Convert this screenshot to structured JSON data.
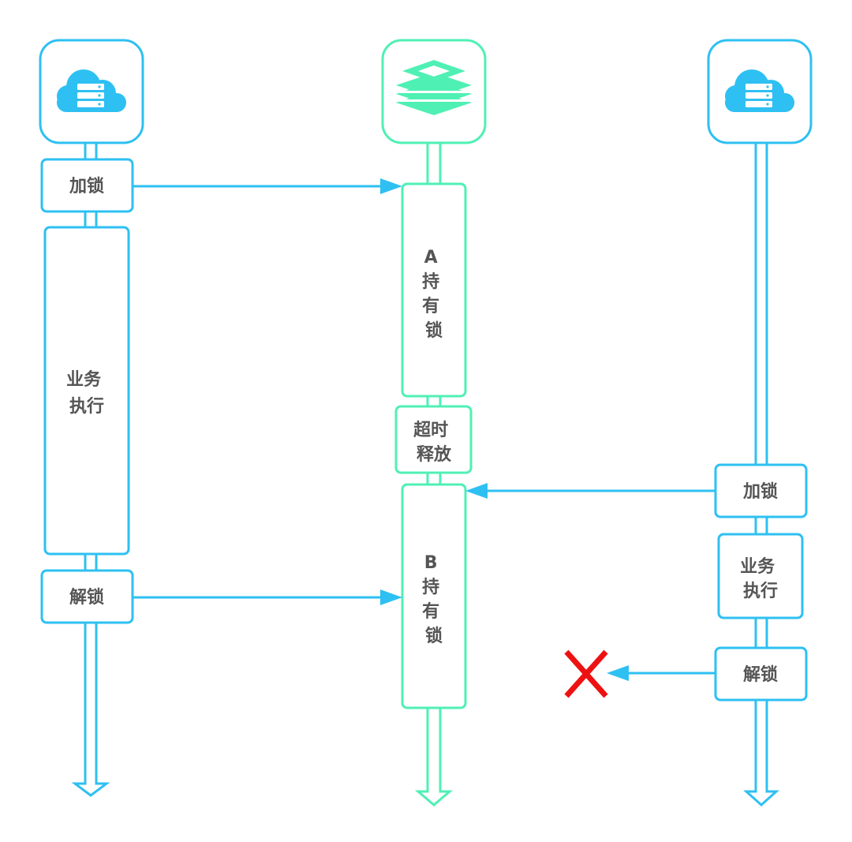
{
  "colors": {
    "client": "#2EC0F2",
    "redis": "#4FF0B4",
    "cross": "#EE1111",
    "text": "#555555"
  },
  "participants": [
    {
      "name": "client-a",
      "icon": "cloud-server-icon"
    },
    {
      "name": "redis",
      "icon": "redis-stack-icon"
    },
    {
      "name": "client-b",
      "icon": "cloud-server-icon"
    }
  ],
  "labels": {
    "a_lock": [
      "加锁"
    ],
    "a_business": [
      "业务",
      "执行"
    ],
    "a_unlock": [
      "解锁"
    ],
    "redis_a_holds": [
      "A",
      "持",
      "有",
      "锁"
    ],
    "redis_timeout": [
      "超时",
      "释放"
    ],
    "redis_b_holds": [
      "B",
      "持",
      "有",
      "锁"
    ],
    "b_lock": [
      "加锁"
    ],
    "b_business": [
      "业务",
      "执行"
    ],
    "b_unlock": [
      "解锁"
    ]
  },
  "messages": [
    {
      "name": "a-lock-arrow",
      "from": "a_lock",
      "to": "redis_a_holds"
    },
    {
      "name": "a-unlock-arrow",
      "from": "a_unlock",
      "to": "redis_b_holds"
    },
    {
      "name": "b-lock-arrow",
      "from": "b_lock",
      "to": "redis_b_holds"
    },
    {
      "name": "b-unlock-arrow",
      "from": "b_unlock",
      "to": "failed-unlock-cross"
    }
  ]
}
